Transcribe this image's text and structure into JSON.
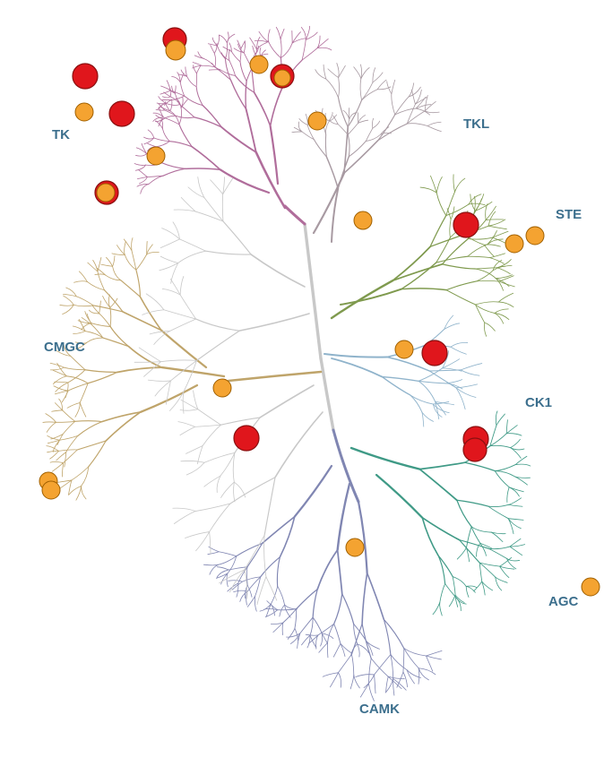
{
  "colors": {
    "TK": "#b06d9b",
    "TKL": "#a89aa2",
    "STE": "#7f9a4e",
    "CK1": "#8fb3cb",
    "AGC": "#3f9a86",
    "CAMK": "#8086b2",
    "CMGC": "#bfa46a",
    "core": "#c8c8c8",
    "label": "#3c6f8d",
    "marker_red": "#e0161c",
    "marker_orange": "#f4a331"
  },
  "families": [
    {
      "id": "TK",
      "label": "TK"
    },
    {
      "id": "TKL",
      "label": "TKL"
    },
    {
      "id": "STE",
      "label": "STE"
    },
    {
      "id": "CK1",
      "label": "CK1"
    },
    {
      "id": "AGC",
      "label": "AGC"
    },
    {
      "id": "CAMK",
      "label": "CAMK"
    },
    {
      "id": "CMGC",
      "label": "CMGC"
    }
  ],
  "marker_types": [
    "red",
    "orange"
  ]
}
